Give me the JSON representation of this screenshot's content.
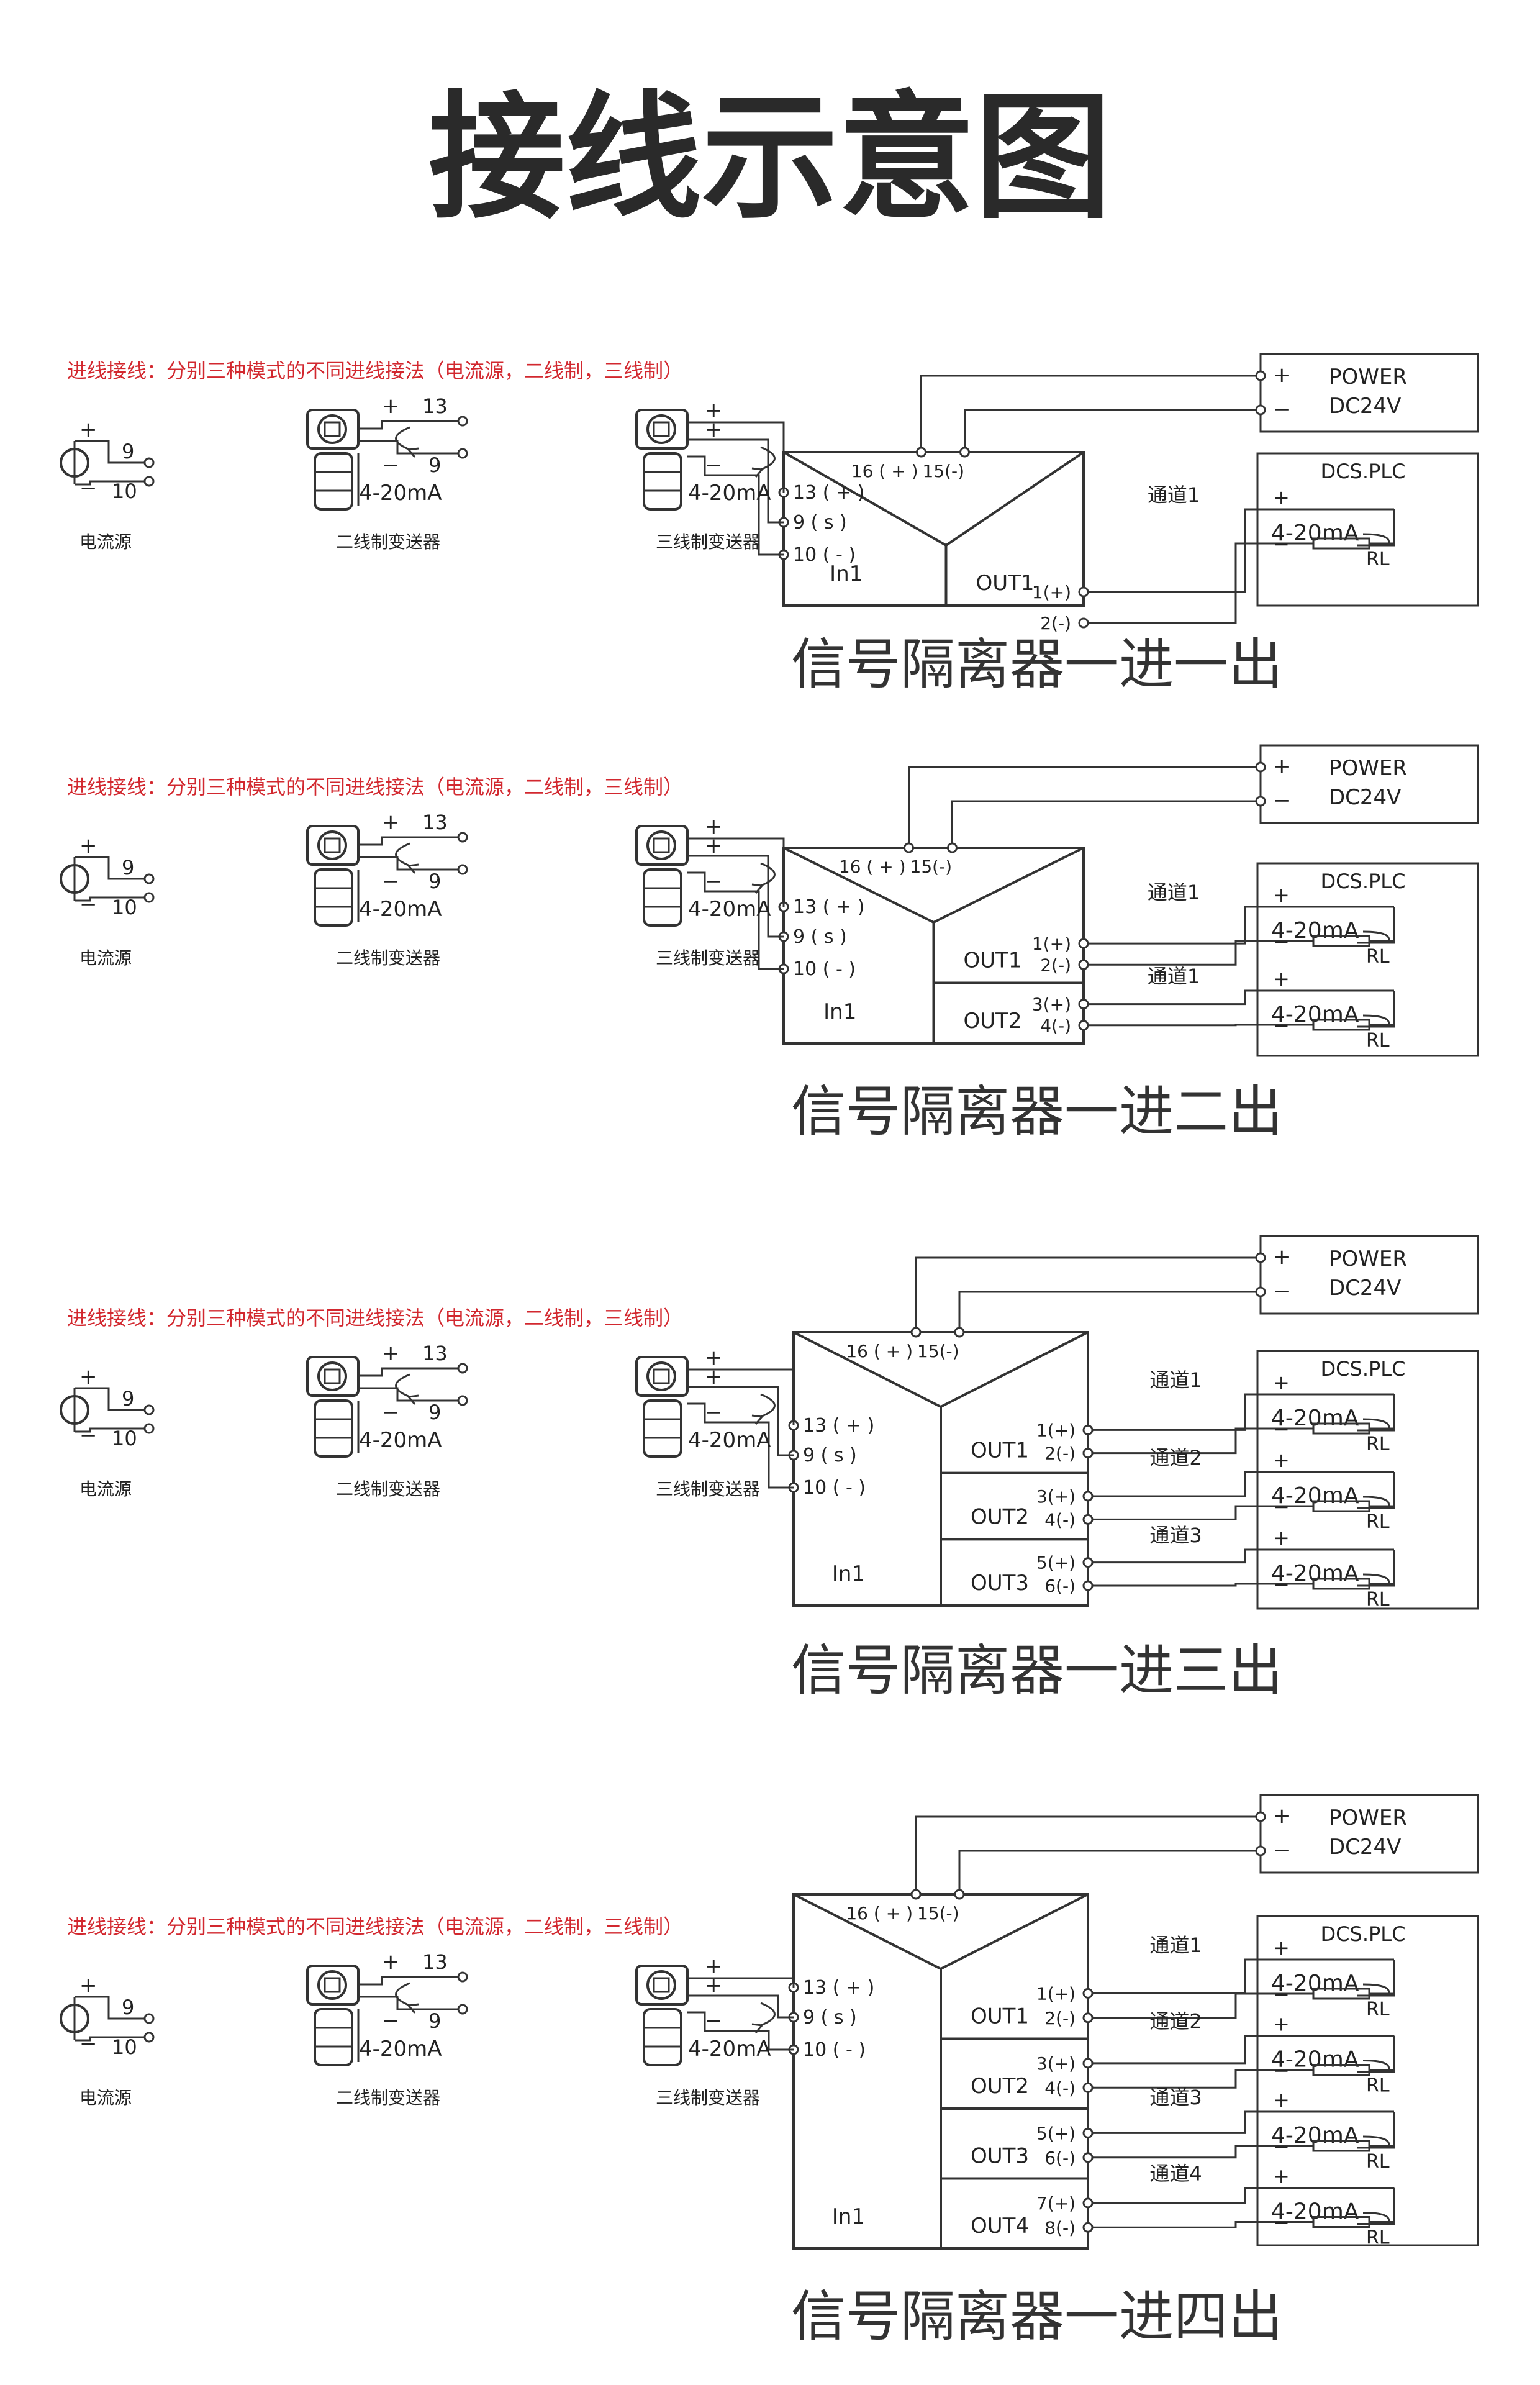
{
  "page": {
    "title": "接线示意图"
  },
  "common": {
    "input_note": "进线接线：分别三种模式的不同进线接法（电流源，二线制，三线制）",
    "current_source": {
      "label": "电流源",
      "term_hi": "9",
      "term_lo": "10"
    },
    "two_wire": {
      "label": "二线制变送器",
      "term_hi": "13",
      "term_lo": "9",
      "signal": "4-20mA"
    },
    "three_wire": {
      "label": "三线制变送器",
      "signal": "4-20mA"
    },
    "input_terms": {
      "t13": "13 ( + )",
      "t9": "9 ( s )",
      "t10": "10 ( - )"
    },
    "power_terms": {
      "t16": "16 ( + )",
      "t15": "15(-)"
    },
    "in_label": "In1",
    "power_box": {
      "line1": "POWER",
      "line2": "DC24V"
    },
    "dcs_label": "DCS.PLC",
    "load_signal": "4-20mA",
    "load_rl": "RL"
  },
  "sections": [
    {
      "title": "信号隔离器一进一出",
      "outputs": [
        {
          "name": "OUT1",
          "pos": "1(+)",
          "neg": "2(-)",
          "channel": "通道1"
        }
      ]
    },
    {
      "title": "信号隔离器一进二出",
      "outputs": [
        {
          "name": "OUT1",
          "pos": "1(+)",
          "neg": "2(-)",
          "channel": "通道1"
        },
        {
          "name": "OUT2",
          "pos": "3(+)",
          "neg": "4(-)",
          "channel": "通道1"
        }
      ]
    },
    {
      "title": "信号隔离器一进三出",
      "outputs": [
        {
          "name": "OUT1",
          "pos": "1(+)",
          "neg": "2(-)",
          "channel": "通道1"
        },
        {
          "name": "OUT2",
          "pos": "3(+)",
          "neg": "4(-)",
          "channel": "通道2"
        },
        {
          "name": "OUT3",
          "pos": "5(+)",
          "neg": "6(-)",
          "channel": "通道3"
        }
      ]
    },
    {
      "title": "信号隔离器一进四出",
      "outputs": [
        {
          "name": "OUT1",
          "pos": "1(+)",
          "neg": "2(-)",
          "channel": "通道1"
        },
        {
          "name": "OUT2",
          "pos": "3(+)",
          "neg": "4(-)",
          "channel": "通道2"
        },
        {
          "name": "OUT3",
          "pos": "5(+)",
          "neg": "6(-)",
          "channel": "通道3"
        },
        {
          "name": "OUT4",
          "pos": "7(+)",
          "neg": "8(-)",
          "channel": "通道4"
        }
      ]
    }
  ]
}
